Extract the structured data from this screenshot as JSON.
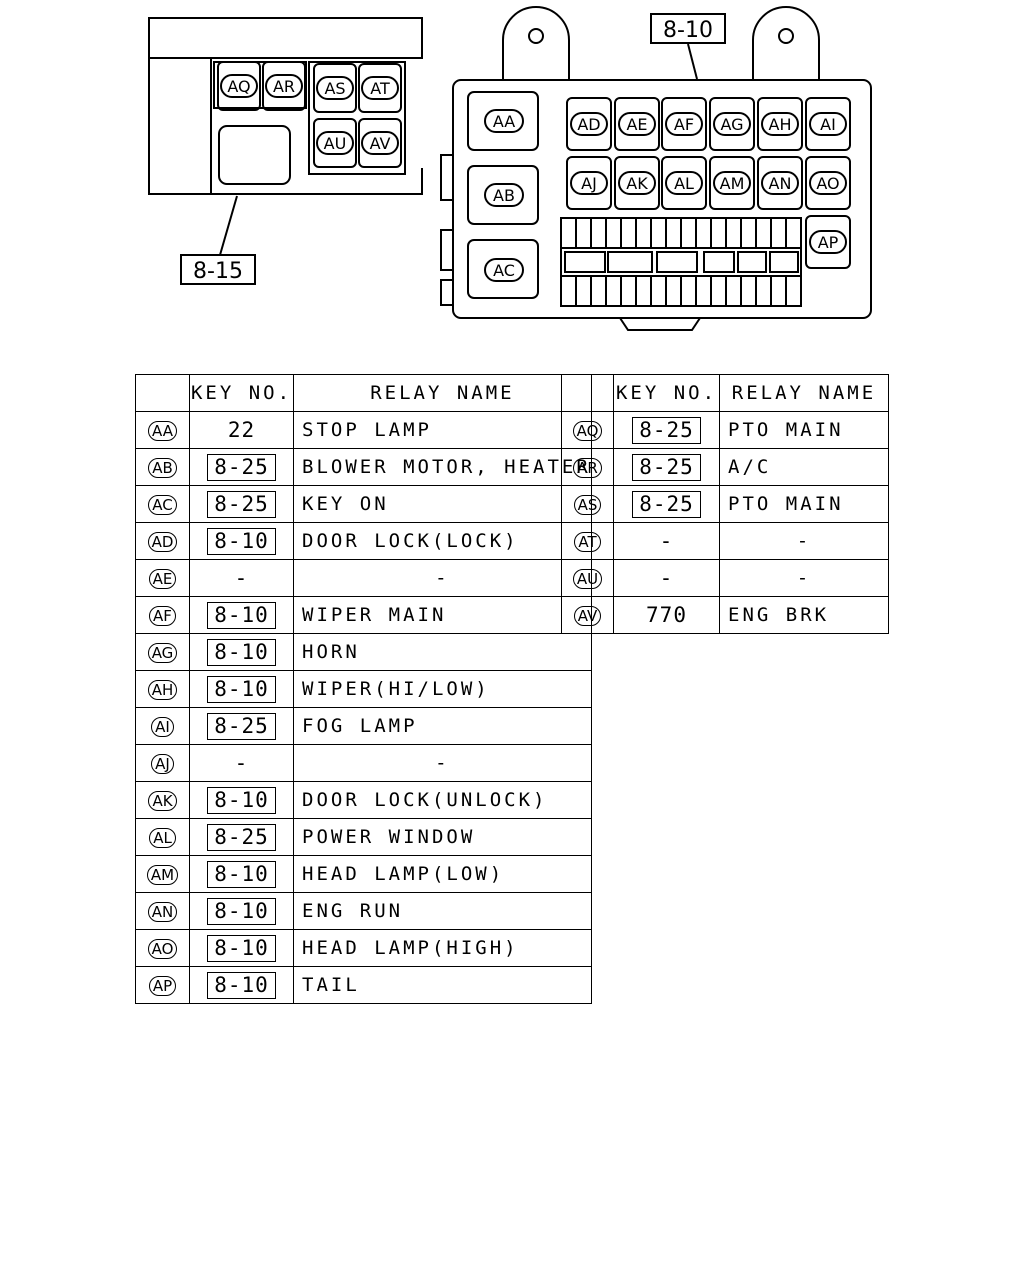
{
  "diagram": {
    "left_box_label": "8-15",
    "right_box_label": "8-10",
    "left_box_relays": [
      "AQ",
      "AR",
      "AS",
      "AT",
      "AU",
      "AV"
    ],
    "right_box_relays_large": [
      "AA",
      "AB",
      "AC"
    ],
    "right_box_relays_row1": [
      "AD",
      "AE",
      "AF",
      "AG",
      "AH",
      "AI"
    ],
    "right_box_relays_row2": [
      "AJ",
      "AK",
      "AL",
      "AM",
      "AN",
      "AO"
    ],
    "right_box_relay_side": "AP"
  },
  "table": {
    "header": {
      "key": "KEY NO.",
      "name": "RELAY NAME"
    },
    "left": [
      {
        "id": "AA",
        "key": "22",
        "boxed": false,
        "name": "STOP LAMP"
      },
      {
        "id": "AB",
        "key": "8-25",
        "boxed": true,
        "name": "BLOWER MOTOR, HEATER"
      },
      {
        "id": "AC",
        "key": "8-25",
        "boxed": true,
        "name": "KEY ON"
      },
      {
        "id": "AD",
        "key": "8-10",
        "boxed": true,
        "name": "DOOR LOCK(LOCK)"
      },
      {
        "id": "AE",
        "key": "-",
        "boxed": false,
        "name": "-"
      },
      {
        "id": "AF",
        "key": "8-10",
        "boxed": true,
        "name": "WIPER MAIN"
      },
      {
        "id": "AG",
        "key": "8-10",
        "boxed": true,
        "name": "HORN"
      },
      {
        "id": "AH",
        "key": "8-10",
        "boxed": true,
        "name": "WIPER(HI/LOW)"
      },
      {
        "id": "AI",
        "key": "8-25",
        "boxed": true,
        "name": "FOG LAMP"
      },
      {
        "id": "AJ",
        "key": "-",
        "boxed": false,
        "name": "-"
      },
      {
        "id": "AK",
        "key": "8-10",
        "boxed": true,
        "name": "DOOR LOCK(UNLOCK)"
      },
      {
        "id": "AL",
        "key": "8-25",
        "boxed": true,
        "name": "POWER WINDOW"
      },
      {
        "id": "AM",
        "key": "8-10",
        "boxed": true,
        "name": "HEAD LAMP(LOW)"
      },
      {
        "id": "AN",
        "key": "8-10",
        "boxed": true,
        "name": "ENG RUN"
      },
      {
        "id": "AO",
        "key": "8-10",
        "boxed": true,
        "name": "HEAD LAMP(HIGH)"
      },
      {
        "id": "AP",
        "key": "8-10",
        "boxed": true,
        "name": "TAIL"
      }
    ],
    "right": [
      {
        "id": "AQ",
        "key": "8-25",
        "boxed": true,
        "name": "PTO MAIN"
      },
      {
        "id": "AR",
        "key": "8-25",
        "boxed": true,
        "name": "A/C"
      },
      {
        "id": "AS",
        "key": "8-25",
        "boxed": true,
        "name": "PTO MAIN"
      },
      {
        "id": "AT",
        "key": "-",
        "boxed": false,
        "name": "-"
      },
      {
        "id": "AU",
        "key": "-",
        "boxed": false,
        "name": "-"
      },
      {
        "id": "AV",
        "key": "770",
        "boxed": false,
        "name": "ENG BRK"
      }
    ]
  }
}
